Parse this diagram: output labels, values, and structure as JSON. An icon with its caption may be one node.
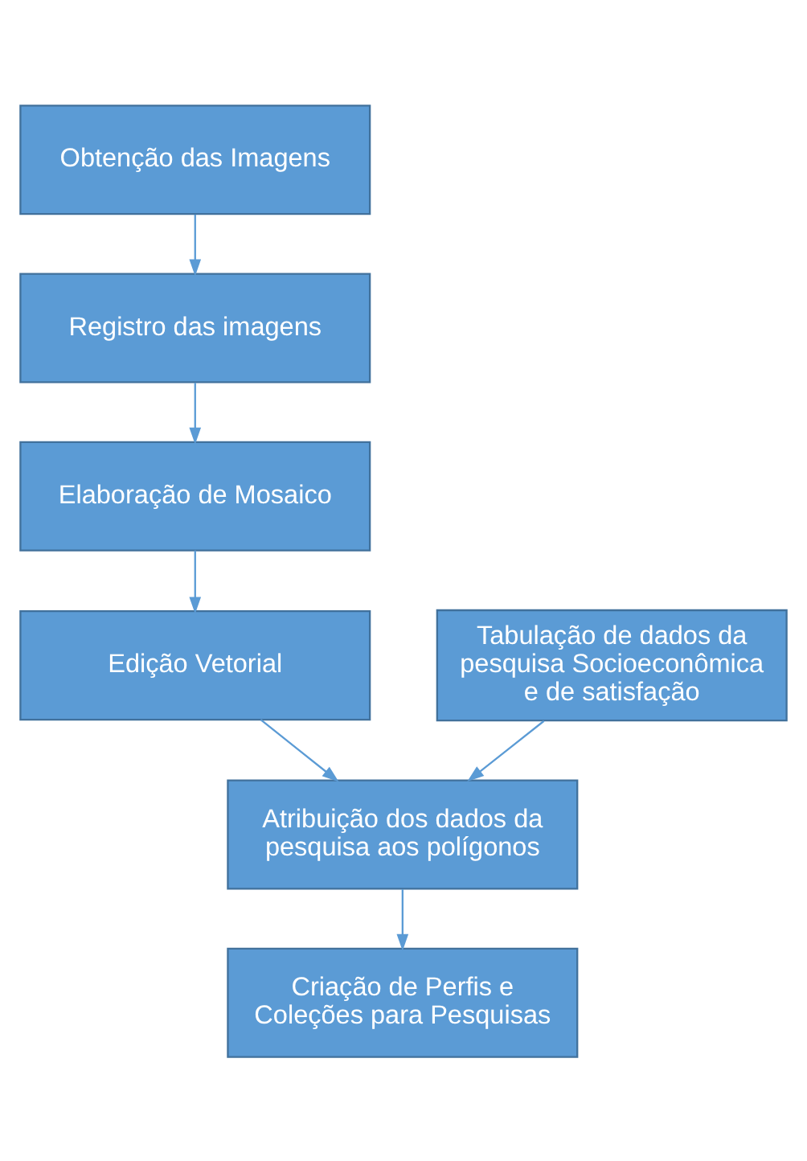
{
  "diagram": {
    "nodes": [
      {
        "text": [
          "Obtenção das Imagens"
        ]
      },
      {
        "text": [
          "Registro das imagens"
        ]
      },
      {
        "text": [
          "Elaboração de Mosaico"
        ]
      },
      {
        "text": [
          "Edição Vetorial"
        ]
      },
      {
        "text": [
          "Tabulação de dados da pesquisa Socioeconômica e de satisfação"
        ]
      },
      {
        "text": [
          "Atribuição dos dados da pesquisa aos polígonos"
        ]
      },
      {
        "text": [
          "Criação de Perfis e Coleções para Pesquisas"
        ]
      }
    ],
    "edges": [
      {
        "from": 0,
        "to": 1,
        "arrow": "to"
      },
      {
        "from": 1,
        "to": 2,
        "arrow": "to"
      },
      {
        "from": 2,
        "to": 3,
        "arrow": "to"
      },
      {
        "from": 3,
        "to": 5,
        "arrow": "to"
      },
      {
        "from": 4,
        "to": 5,
        "arrow": "to"
      },
      {
        "from": 5,
        "to": 6,
        "arrow": "to"
      }
    ]
  }
}
